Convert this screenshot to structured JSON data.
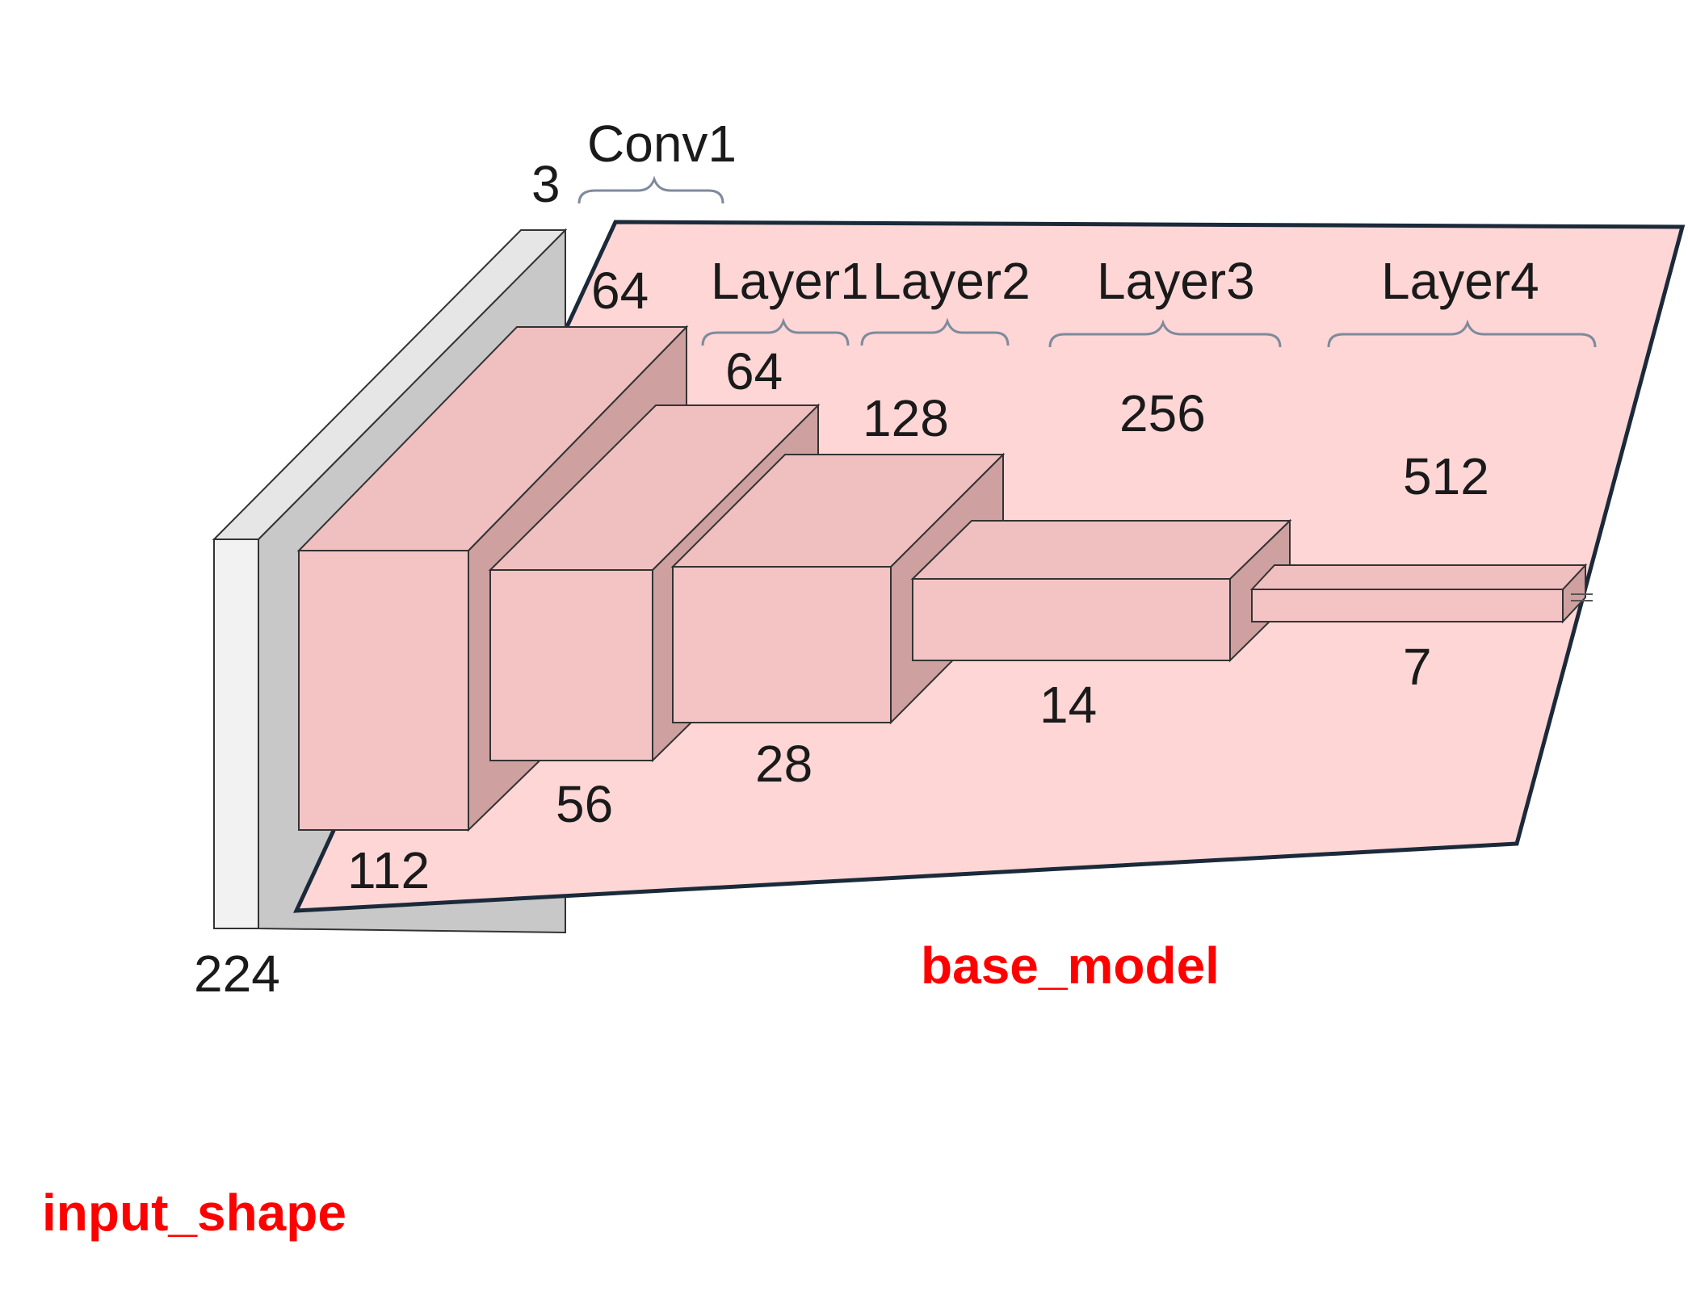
{
  "input": {
    "channels": "3",
    "size": "224",
    "tag": "input_shape"
  },
  "base_model": {
    "tag": "base_model",
    "colors": {
      "panel": "#ffd6d6",
      "panel_border": "#1b2a3a",
      "front": "#f4c4c4",
      "top": "#f0c0c0",
      "side": "#cfa0a0",
      "input_front": "#f2f2f2",
      "input_side": "#c8c8c8",
      "tag": "#ff0000"
    }
  },
  "conv1": {
    "label": "Conv1",
    "channels": "64",
    "size": "112"
  },
  "layer1": {
    "label": "Layer1",
    "channels": "64",
    "size": "56"
  },
  "layer2": {
    "label": "Layer2",
    "channels": "128",
    "size": "28"
  },
  "layer3": {
    "label": "Layer3",
    "channels": "256",
    "size": "14"
  },
  "layer4": {
    "label": "Layer4",
    "channels": "512",
    "size": "7"
  }
}
